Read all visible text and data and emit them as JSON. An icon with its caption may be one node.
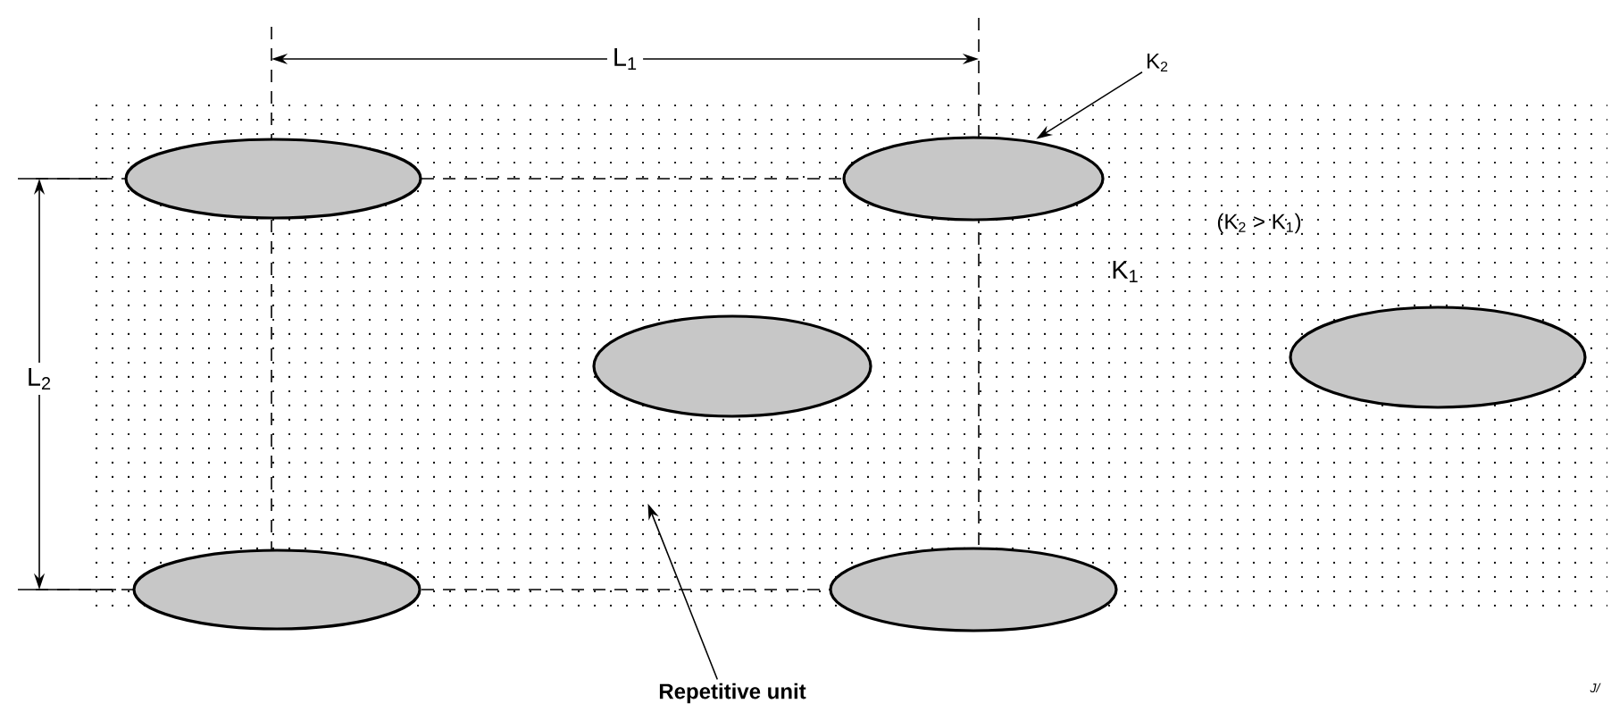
{
  "diagram": {
    "nodes": [
      {
        "text": [
          "K$_{2}$"
        ]
      },
      {
        "text": [],
        "shape": "ellipse"
      },
      {
        "text": [],
        "shape": "ellipse"
      },
      {
        "text": [],
        "shape": "ellipse"
      },
      {
        "text": [],
        "shape": "ellipse"
      },
      {
        "text": [],
        "shape": "ellipse"
      },
      {
        "text": [],
        "shape": "ellipse"
      },
      {
        "text": [
          "Repetitive unit"
        ]
      }
    ],
    "edges": [
      {
        "from": 0,
        "to": 2,
        "arrow": "to"
      },
      {
        "from": 7,
        "to": null,
        "arrow": "to"
      }
    ],
    "labels": [
      "L$_{1}$",
      "L$_{2}$",
      "(K$_{2}$ > K$_{1}$)",
      "K$_{1}$",
      "J/"
    ]
  }
}
